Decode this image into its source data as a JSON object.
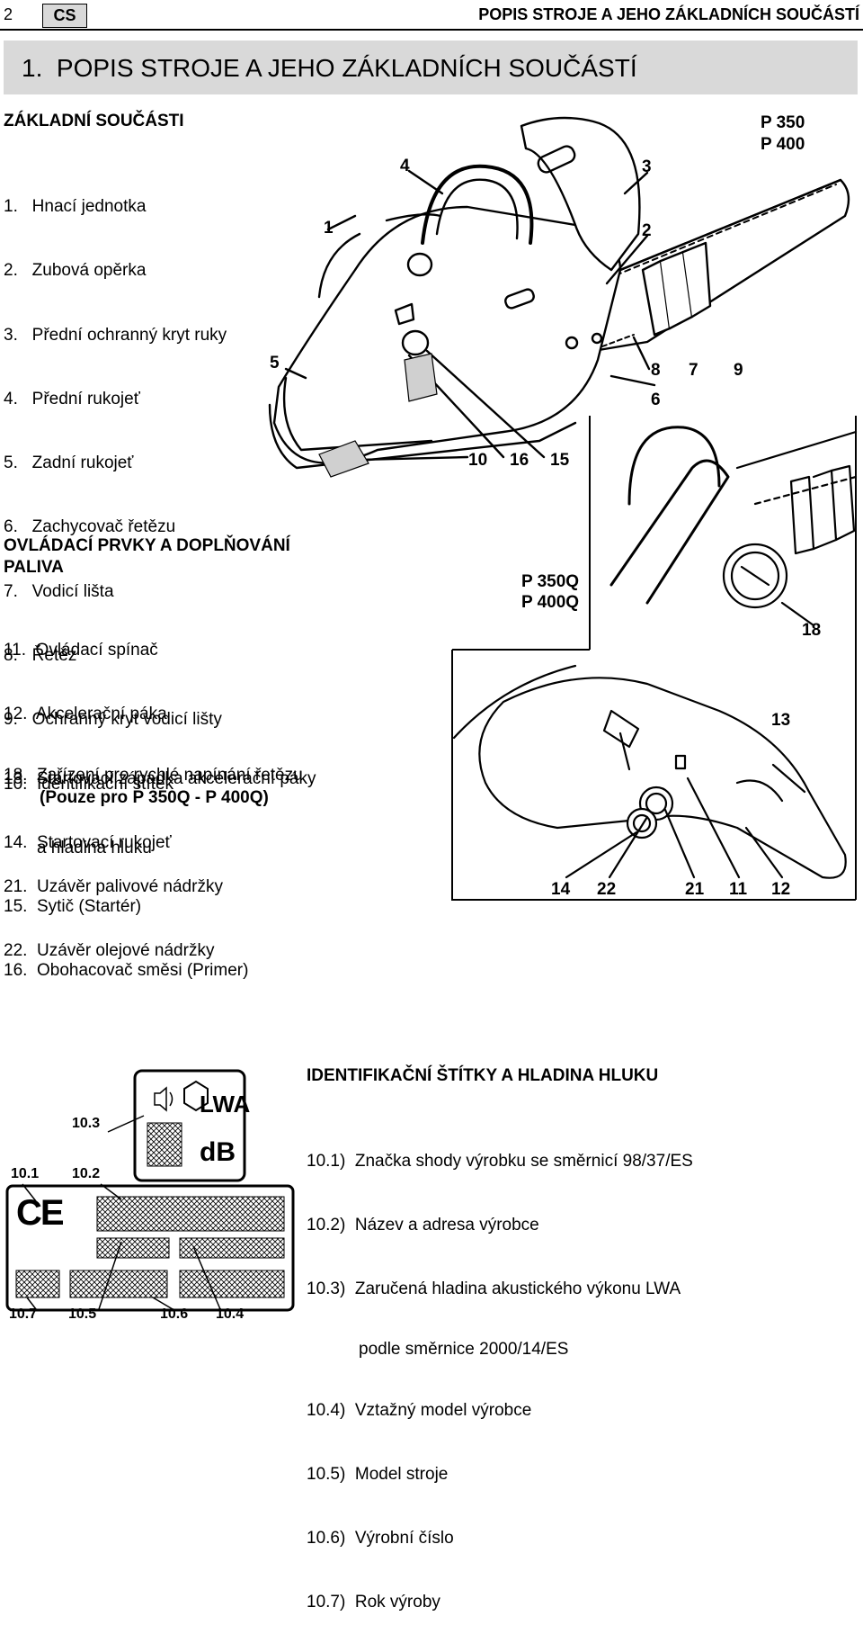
{
  "header": {
    "page_number": "2",
    "lang": "CS",
    "title": "POPIS STROJE A JEHO ZÁKLADNÍCH SOUČÁSTÍ"
  },
  "chapter": {
    "title": "1.  POPIS STROJE A JEHO ZÁKLADNÍCH SOUČÁSTÍ"
  },
  "basic_parts": {
    "heading": "ZÁKLADNÍ SOUČÁSTI",
    "items": [
      "1.   Hnací jednotka",
      "2.   Zubová opěrka",
      "3.   Přední ochranný kryt ruky",
      "4.   Přední rukojeť",
      "5.   Zadní rukojeť",
      "6.   Zachycovač řetězu",
      "7.   Vodicí lišta",
      "8.   Řetěz",
      "9.   Ochranný kryt vodicí lišty",
      "10.  Identifikační štítek",
      "       a hladina hluku"
    ]
  },
  "controls": {
    "heading_line1": "OVLÁDACÍ PRVKY A DOPLŇOVÁNÍ",
    "heading_line2": "PALIVA",
    "items": [
      "11.  Ovládací spínač",
      "12.  Akcelerační páka",
      "13.  Startovací západka akcelerační páky",
      "14.  Startovací rukojeť",
      "15.  Sytič (Startér)",
      "16.  Obohacovač směsi (Primer)"
    ],
    "item18_line1": "18.  Zařízení pro rychlé napínání řetězu",
    "item18_line2": "(Pouze pro P 350Q - P 400Q)",
    "caps": [
      "21.  Uzávěr palivové nádržky",
      "22.  Uzávěr olejové nádržky"
    ]
  },
  "figure1": {
    "models": [
      "P 350",
      "P 400"
    ],
    "callouts": {
      "c1": "1",
      "c2": "2",
      "c3": "3",
      "c4": "4",
      "c5": "5",
      "c6": "6",
      "c7": "7",
      "c8": "8",
      "c9": "9",
      "c10": "10",
      "c15": "15",
      "c16": "16"
    }
  },
  "figure2": {
    "models": [
      "P 350Q",
      "P 400Q"
    ],
    "callouts": {
      "c11": "11",
      "c12": "12",
      "c13": "13",
      "c14": "14",
      "c18": "18",
      "c21": "21",
      "c22": "22"
    }
  },
  "label_figure": {
    "lwa_text": "LWA",
    "db_text": "dB",
    "ce_mark": "CE",
    "callouts": [
      "10.1",
      "10.2",
      "10.3",
      "10.4",
      "10.5",
      "10.6",
      "10.7"
    ]
  },
  "ident": {
    "heading": "IDENTIFIKAČNÍ ŠTÍTKY A HLADINA HLUKU",
    "items": [
      "10.1)  Značka shody výrobku se směrnicí 98/37/ES",
      "10.2)  Název a adresa výrobce",
      "10.3)  Zaručená hladina akustického výkonu LWA",
      "podle směrnice 2000/14/ES",
      "10.4)  Vztažný model výrobce",
      "10.5)  Model stroje",
      "10.6)  Výrobní číslo",
      "10.7)  Rok výroby"
    ]
  }
}
